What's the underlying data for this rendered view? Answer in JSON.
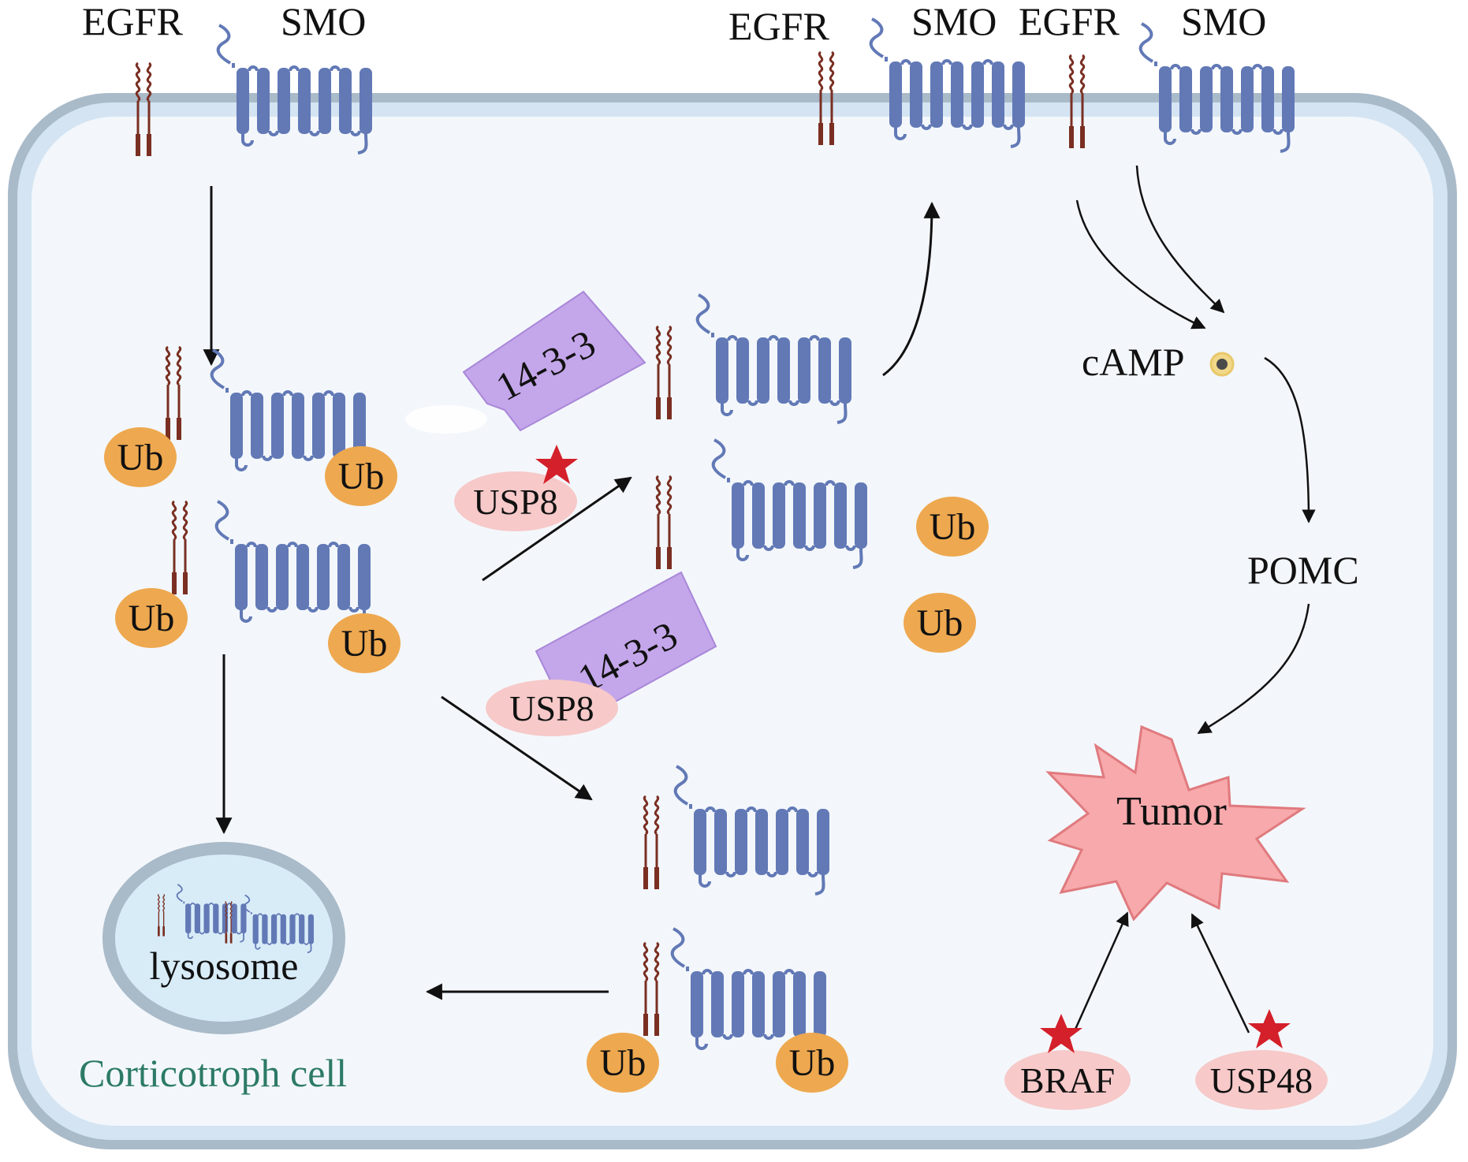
{
  "labels": {
    "egfr": "EGFR",
    "smo": "SMO",
    "ub": "Ub",
    "usp8": "USP8",
    "protein_1433": "14-3-3",
    "camp": "cAMP",
    "pomc": "POMC",
    "tumor": "Tumor",
    "braf": "BRAF",
    "usp48": "USP48",
    "lysosome": "lysosome",
    "cell": "Corticotroph cell"
  },
  "colors": {
    "membrane_outer": "#a9bac9",
    "membrane_inner": "#cfe0ef",
    "cytoplasm": "#f3f7fb",
    "smo": "#6279b6",
    "egfr": "#7a2f22",
    "ub": "#eea84f",
    "usp_pill": "#f7c9c9",
    "protein_1433": "#c4a6ea",
    "tumor": "#f7a9ab",
    "star": "#d4202a",
    "lysosome": "#d8ecf8",
    "cell_label": "#2c7a67"
  }
}
